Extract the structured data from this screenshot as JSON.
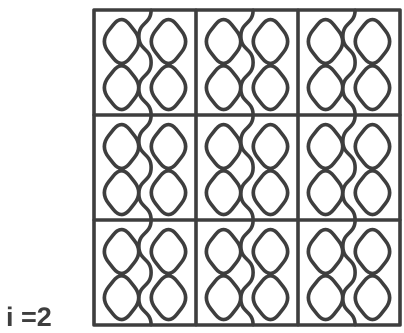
{
  "figure": {
    "label": "i =2"
  },
  "style": {
    "stroke_color": "#3e3e3e",
    "background": "#ffffff"
  },
  "grid": {
    "rows": 3,
    "columns": 3
  }
}
